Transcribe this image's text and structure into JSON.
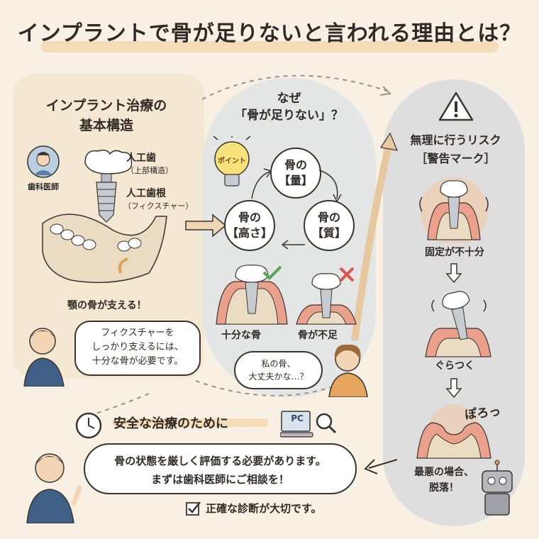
{
  "title": "インプラントで骨が足りないと言われる理由とは？",
  "left": {
    "heading_line1": "インプラント治療の",
    "heading_line2": "基本構造",
    "dentist_label": "歯科医師",
    "crown_label": "人工歯",
    "crown_sub": "（上部構造）",
    "root_label": "人工歯根",
    "root_sub": "（フィクスチャー）",
    "jaw_label": "顎の骨が支える！",
    "speech_line1": "フィクスチャーを",
    "speech_line2": "しっかり支えるには、",
    "speech_line3": "十分な骨が必要です。"
  },
  "middle": {
    "heading_line1": "なぜ",
    "heading_line2": "「骨が足りない」？",
    "point_label": "ポイント",
    "circle1_a": "骨の",
    "circle1_b": "【量】",
    "circle2_a": "骨の",
    "circle2_b": "【質】",
    "circle3_a": "骨の",
    "circle3_b": "【高さ】",
    "good_label": "十分な骨",
    "bad_label": "骨が不足",
    "worry_line1": "私の骨、",
    "worry_line2": "大丈夫かな…？"
  },
  "right": {
    "heading_line1": "無理に行うリスク",
    "heading_line2": "［警告マーク］",
    "step1": "固定が不十分",
    "step2": "ぐらつく",
    "sound": "ぽろっ",
    "step3_line1": "最悪の場合、",
    "step3_line2": "脱落！"
  },
  "bottom": {
    "heading": "安全な治療のために",
    "pc_label": "PC",
    "advice_line1": "骨の状態を厳しく評価する必要があります。",
    "advice_line2": "まずは歯科医師にご相談を！",
    "check_label": "正確な診断が大切です。"
  },
  "colors": {
    "bone": "#eadcc2",
    "gum": "#e9a28f",
    "accent_orange": "#f1b066",
    "check_green": "#5aa25a",
    "cross_red": "#d9534f"
  }
}
